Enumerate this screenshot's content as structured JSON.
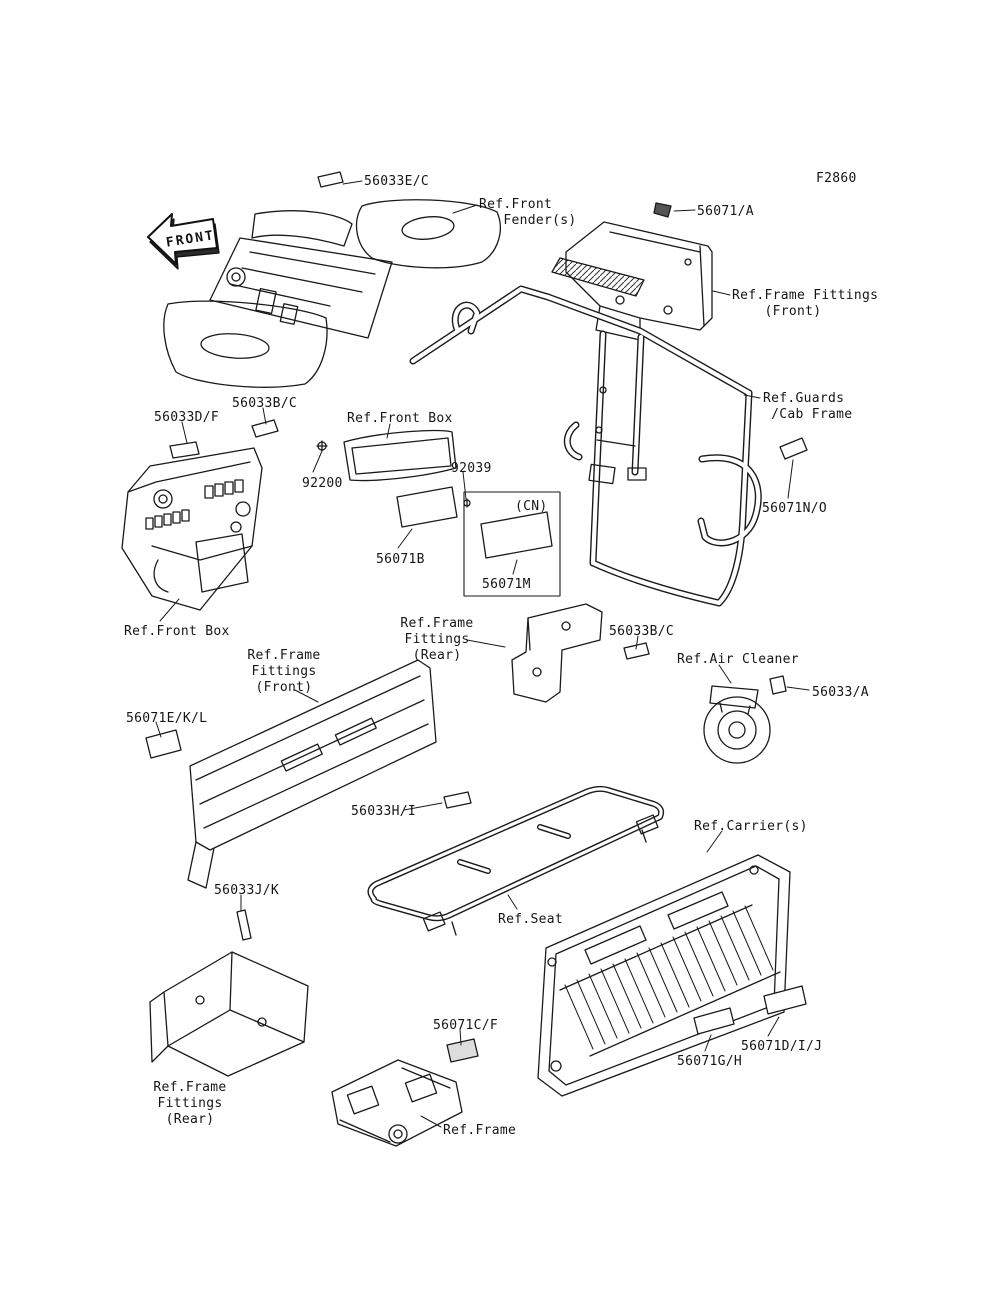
{
  "page": {
    "code": "F2860"
  },
  "front_arrow": {
    "label": "FRONT"
  },
  "labels": {
    "p56033EC": "56033E/C",
    "refFrontFender": "Ref.Front\n   Fender(s)",
    "p56071A": "56071/A",
    "refFrameFittingsFrontTop": "Ref.Frame Fittings\n    (Front)",
    "p56033BC_top": "56033B/C",
    "p56033DF": "56033D/F",
    "refFrontBoxTop": "Ref.Front Box",
    "refGuards": "Ref.Guards\n /Cab Frame",
    "p92200": "92200",
    "p92039": "92039",
    "cn": "(CN)",
    "p56071M": "56071M",
    "p56071B": "56071B",
    "p56071NO": "56071N/O",
    "refFrontBoxLeft": "Ref.Front Box",
    "refFrameFittingsRearMid": "Ref.Frame\nFittings\n(Rear)",
    "p56033BC_mid": "56033B/C",
    "refAirCleaner": "Ref.Air Cleaner",
    "p56033A": "56033/A",
    "refFrameFittingsFrontMid": "Ref.Frame\nFittings\n(Front)",
    "p56071EKL": "56071E/K/L",
    "p56033HI": "56033H/I",
    "refCarriers": "Ref.Carrier(s)",
    "p56033JK": "56033J/K",
    "refSeat": "Ref.Seat",
    "p56071CF": "56071C/F",
    "p56071DIJ": "56071D/I/J",
    "p56071GH": "56071G/H",
    "refFrameFittingsRearBottom": "Ref.Frame\nFittings\n(Rear)",
    "refFrame": "Ref.Frame"
  }
}
